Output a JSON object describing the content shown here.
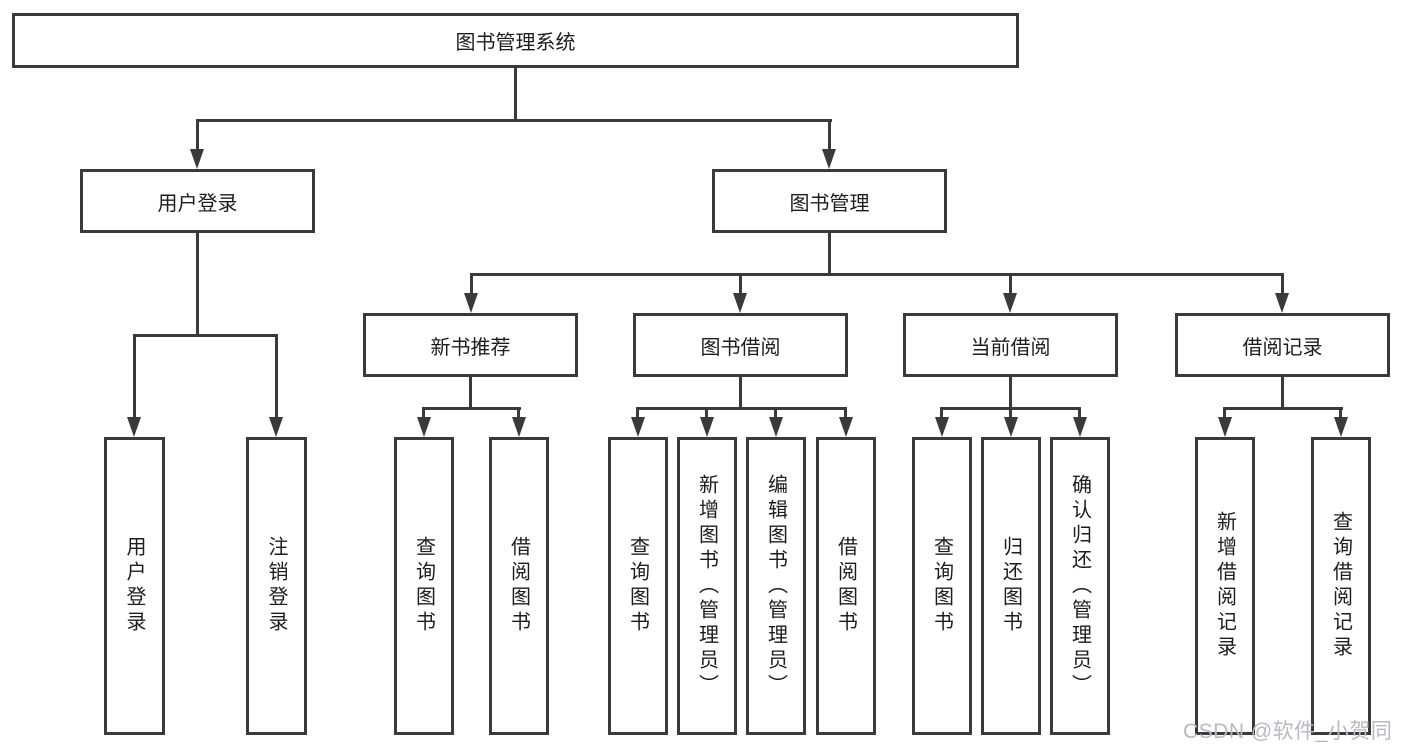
{
  "diagram": {
    "root": {
      "label": "图书管理系统"
    },
    "branches": [
      {
        "label": "用户登录",
        "children": [
          {
            "label": "用户登录"
          },
          {
            "label": "注销登录"
          }
        ]
      },
      {
        "label": "图书管理",
        "children": [
          {
            "label": "新书推荐",
            "children": [
              {
                "label": "查询图书"
              },
              {
                "label": "借阅图书"
              }
            ]
          },
          {
            "label": "图书借阅",
            "children": [
              {
                "label": "查询图书"
              },
              {
                "label": "新增图书（管理员）"
              },
              {
                "label": "编辑图书（管理员）"
              },
              {
                "label": "借阅图书"
              }
            ]
          },
          {
            "label": "当前借阅",
            "children": [
              {
                "label": "查询图书"
              },
              {
                "label": "归还图书"
              },
              {
                "label": "确认归还（管理员）"
              }
            ]
          },
          {
            "label": "借阅记录",
            "children": [
              {
                "label": "新增借阅记录"
              },
              {
                "label": "查询借阅记录"
              }
            ]
          }
        ]
      }
    ]
  },
  "watermark": {
    "text": "CSDN @软件_小贺同学"
  },
  "colors": {
    "line": "#3a3a3a",
    "box_border": "#3a3a3a",
    "box_fill": "#ffffff",
    "text": "#1d1d1d",
    "watermark": "#b7bac1",
    "background": "#ffffff"
  }
}
